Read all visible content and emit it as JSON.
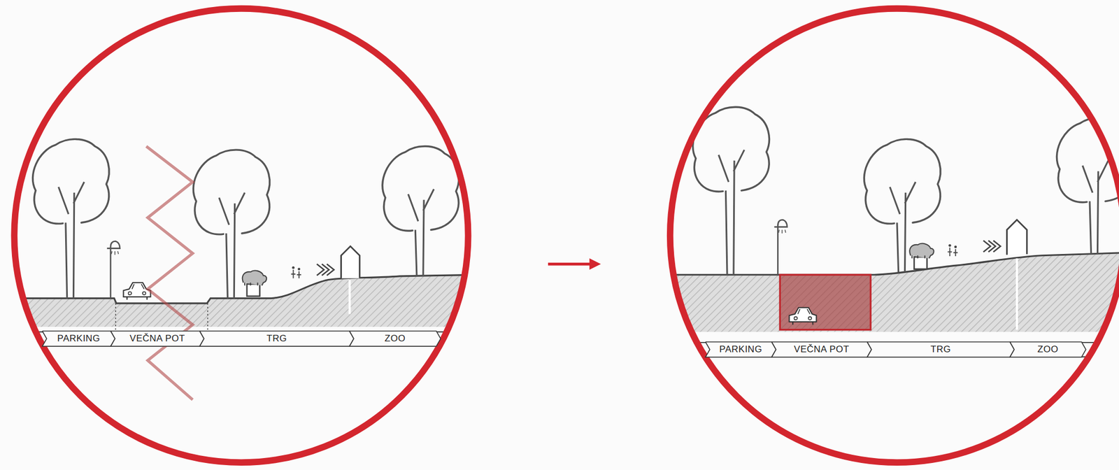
{
  "diagram": {
    "nodes": [
      {
        "text": [
          "PARKING"
        ]
      },
      {
        "text": [
          "VEČNA POT"
        ]
      },
      {
        "text": [
          "TRG"
        ]
      },
      {
        "text": [
          "ZOO"
        ]
      },
      {
        "text": [
          "PARKING"
        ]
      },
      {
        "text": [
          "VEČNA POT"
        ]
      },
      {
        "text": [
          "TRG"
        ]
      },
      {
        "text": [
          "ZOO"
        ]
      }
    ]
  }
}
